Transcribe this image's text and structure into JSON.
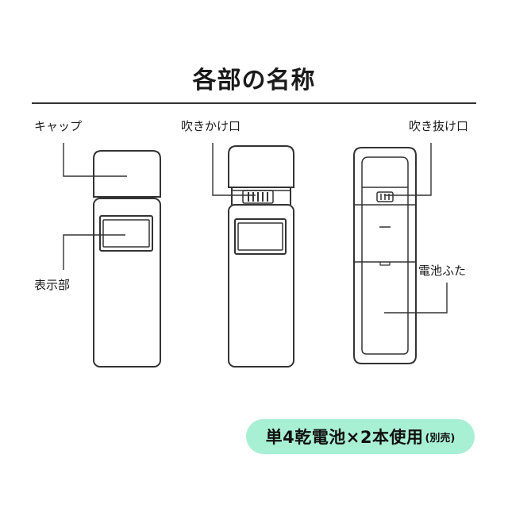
{
  "title": "各部の名称",
  "labels": {
    "cap": "キャップ",
    "blow_port": "吹きかけ口",
    "blow_out_port": "吹き抜け口",
    "display": "表示部",
    "battery_cover": "電池ふた"
  },
  "badge": {
    "main": "単4乾電池×2本使用",
    "sub": "(別売)"
  },
  "colors": {
    "badge_bg": "#a8f0d4",
    "line": "#333333"
  }
}
